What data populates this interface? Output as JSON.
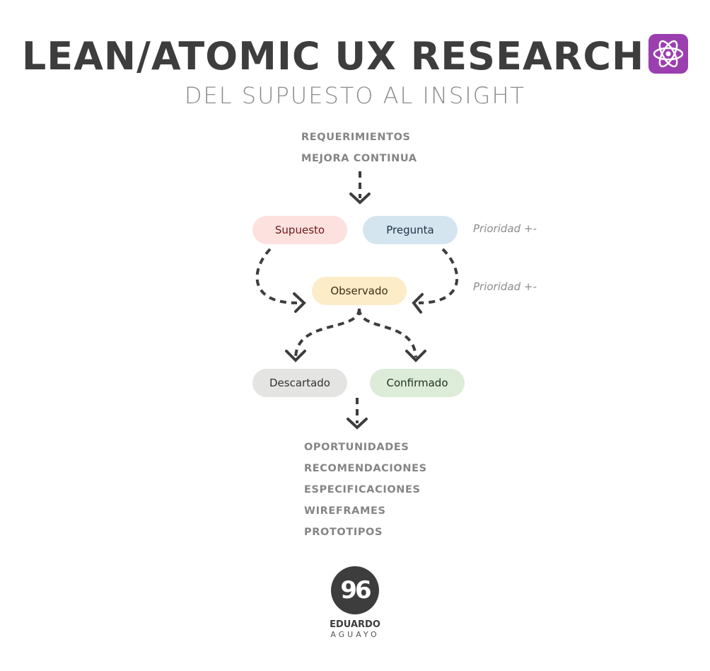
{
  "title": "LEAN/ATOMIC UX RESEARCH",
  "title_icon": "atom-icon",
  "subtitle": "DEL SUPUESTO AL INSIGHT",
  "inputs": [
    "REQUERIMIENTOS",
    "MEJORA CONTINUA"
  ],
  "nodes": {
    "supuesto": {
      "label": "Supuesto",
      "bg": "#fde1de",
      "fg": "#6b1a1a"
    },
    "pregunta": {
      "label": "Pregunta",
      "bg": "#d5e5ef",
      "fg": "#1f3345"
    },
    "observado": {
      "label": "Observado",
      "bg": "#fcecc8",
      "fg": "#3d2e14"
    },
    "descartado": {
      "label": "Descartado",
      "bg": "#e4e4e3",
      "fg": "#333333"
    },
    "confirmado": {
      "label": "Confirmado",
      "bg": "#dcecd8",
      "fg": "#1e3320"
    }
  },
  "notes": [
    "Prioridad +-",
    "Prioridad +-"
  ],
  "outputs": [
    "OPORTUNIDADES",
    "RECOMENDACIONES",
    "ESPECIFICACIONES",
    "WIREFRAMES",
    "PROTOTIPOS"
  ],
  "logo": {
    "mark": "96",
    "name": "EDUARDO",
    "surname": "AGUAYO"
  }
}
